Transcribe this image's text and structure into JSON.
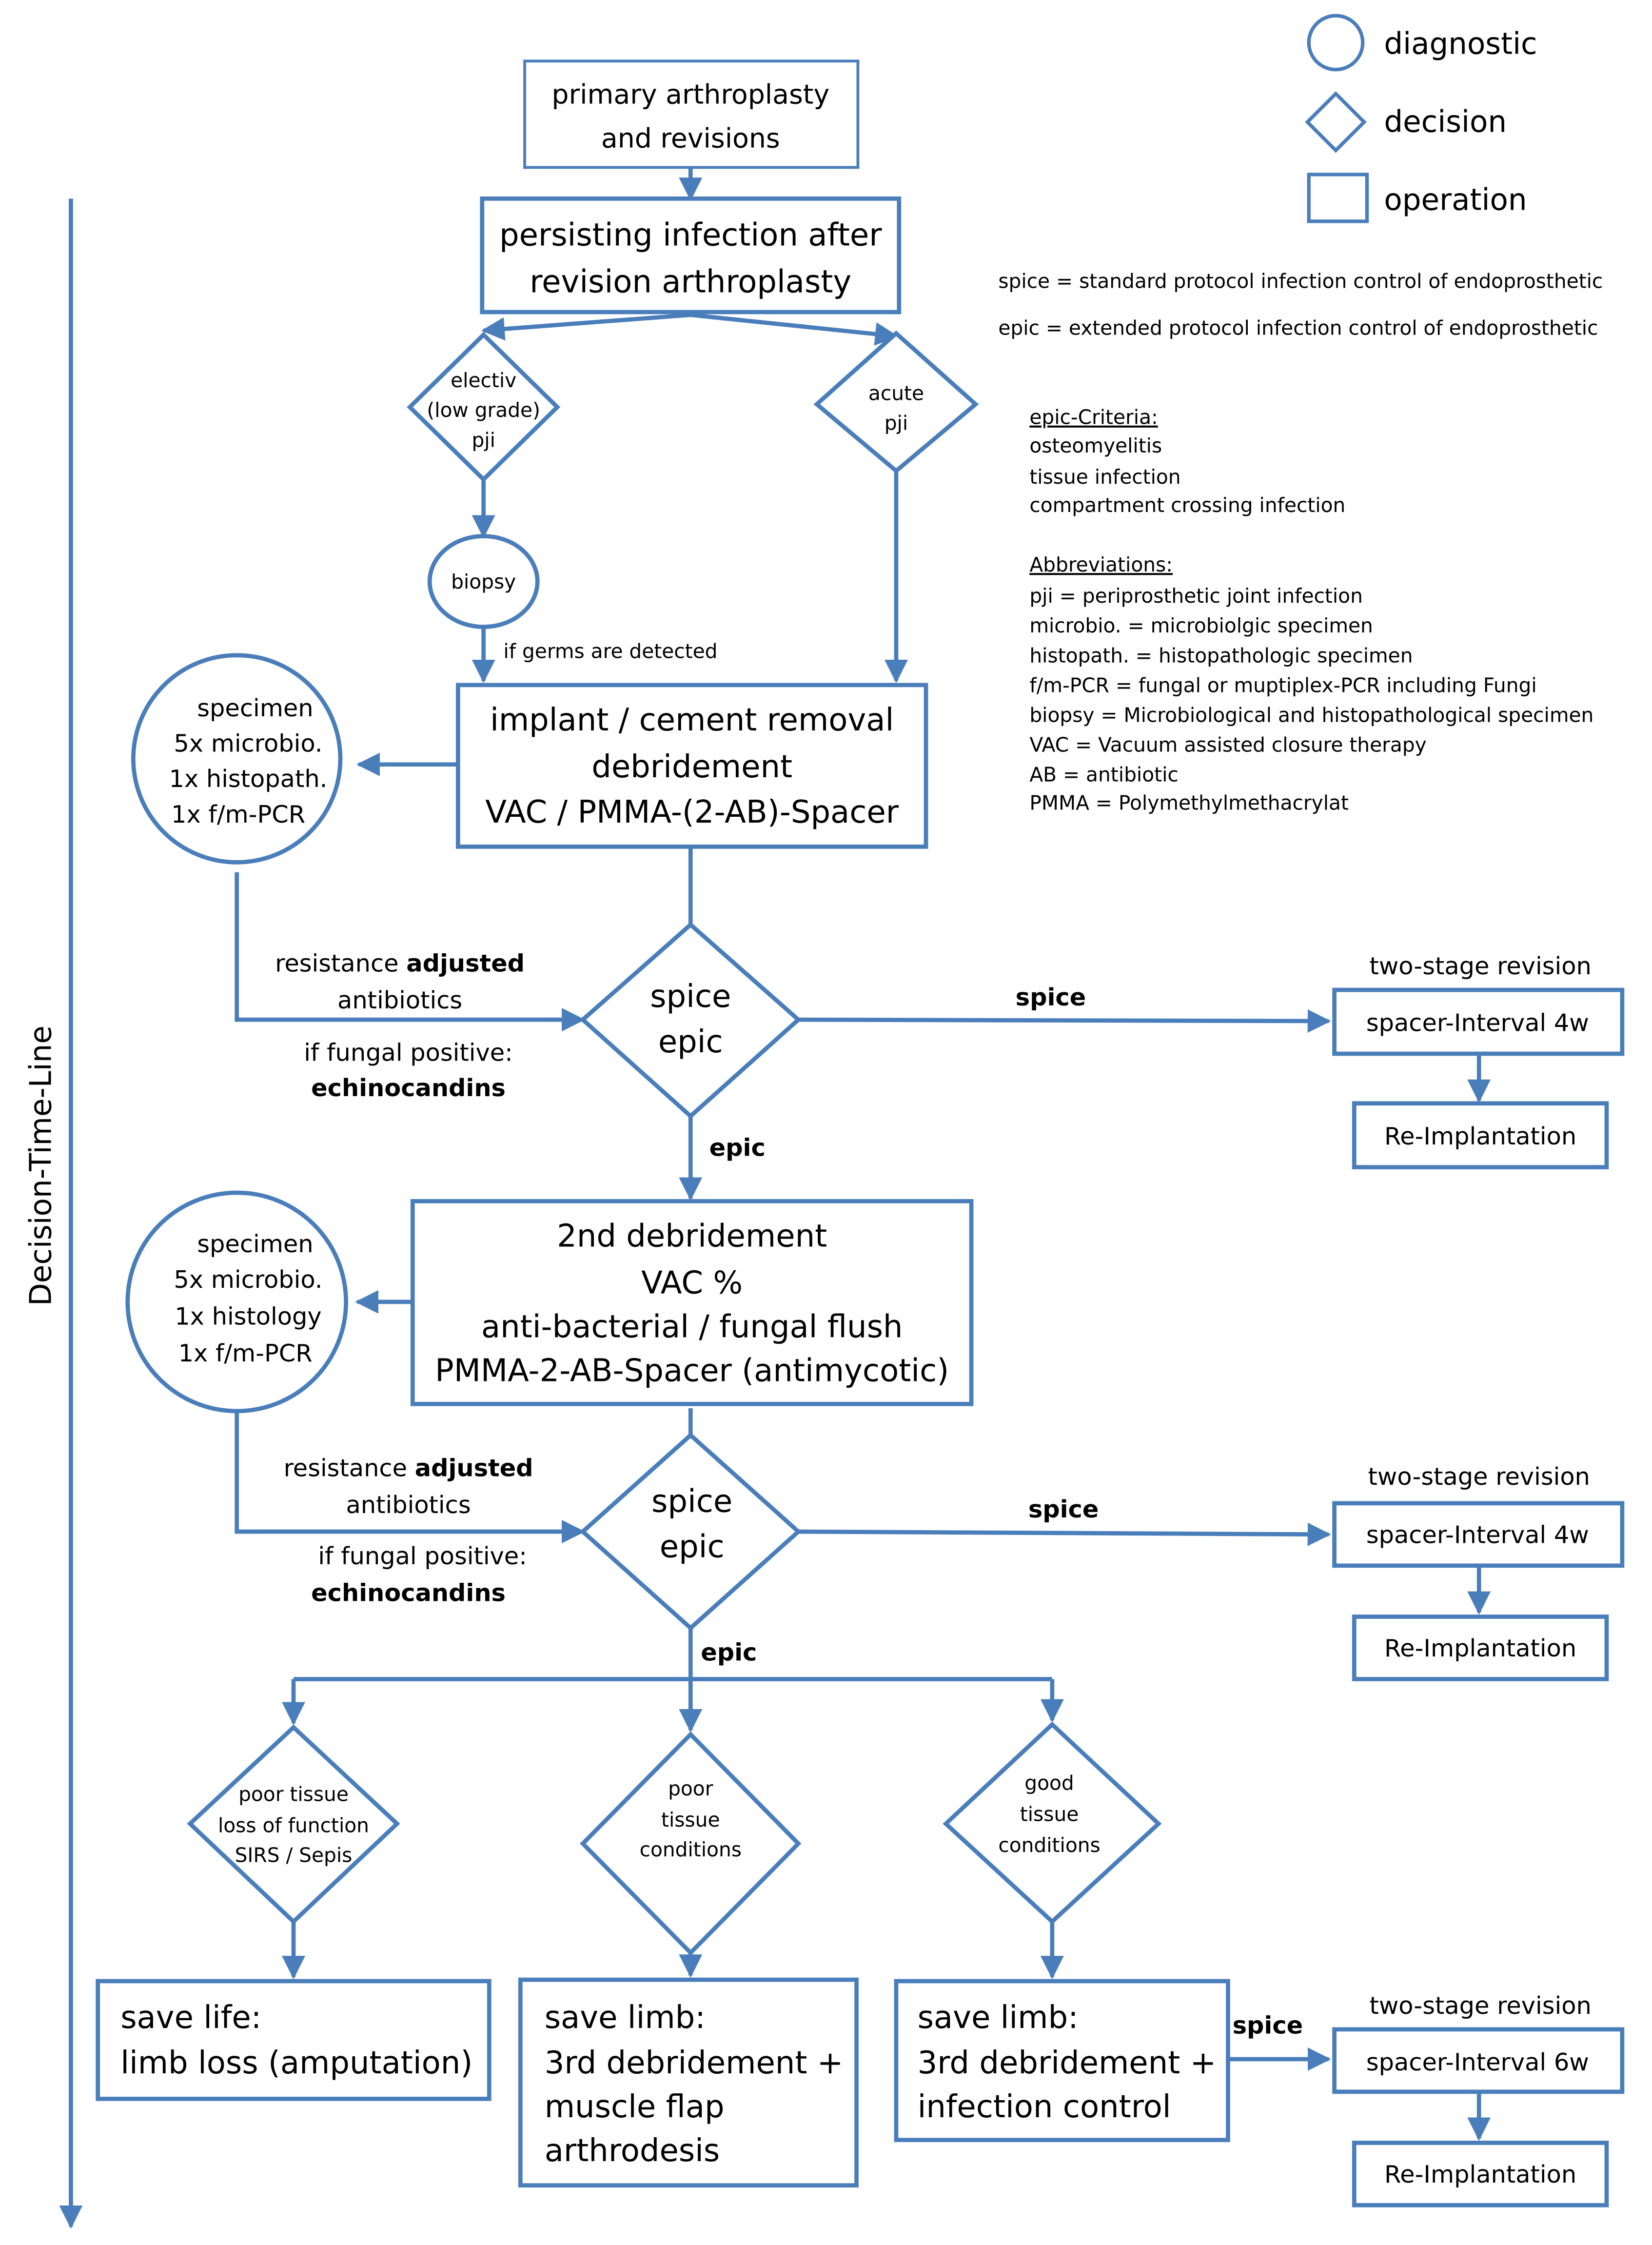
{
  "colors": {
    "stroke": "#4a7ebb",
    "text": "#000000",
    "background": "#ffffff"
  },
  "legend": {
    "diagnostic": "diagnostic",
    "decision": "decision",
    "operation": "operation"
  },
  "definitions": {
    "spice": "spice = standard protocol infection control of endoprosthetic",
    "epic": "epic = extended protocol infection control of endoprosthetic"
  },
  "criteria": {
    "heading": "epic-Criteria:",
    "items": [
      "osteomyelitis",
      "tissue infection",
      "compartment crossing infection"
    ]
  },
  "abbreviations": {
    "heading": "Abbreviations:",
    "items": [
      "pji = periprosthetic joint infection",
      "microbio. = microbiolgic specimen",
      "histopath. =  histopathologic specimen",
      "f/m-PCR = fungal or muptiplex-PCR including Fungi",
      "biopsy = Microbiological and histopathological specimen",
      "VAC = Vacuum assisted closure therapy",
      "AB = antibiotic",
      "PMMA = Polymethylmethacrylat"
    ]
  },
  "timeline": {
    "label": "Decision-Time-Line"
  },
  "flow": {
    "start": [
      "primary arthroplasty",
      "and revisions"
    ],
    "persisting": [
      "persisting infection after",
      "revision arthroplasty"
    ],
    "elective": [
      "electiv",
      "(low grade)",
      "pji"
    ],
    "acute": [
      "acute",
      "pji"
    ],
    "biopsy": "biopsy",
    "germs_note": "if germs are detected",
    "op1": [
      "implant / cement removal",
      "debridement",
      "VAC / PMMA-(2-AB)-Spacer"
    ],
    "specimen1": [
      "specimen",
      "5x microbio.",
      "1x histopath.",
      "1x f/m-PCR"
    ],
    "resistance1": {
      "line1_prefix": "resistance ",
      "line1_bold": "adjusted",
      "line2": "antibiotics",
      "line3": "if fungal positive:",
      "line4": "echinocandins"
    },
    "decision1": [
      "spice",
      "epic"
    ],
    "spice_label1": "spice",
    "epic_label1": "epic",
    "two_stage1": {
      "title": "two-stage revision",
      "interval": "spacer-Interval 4w",
      "reimpl": "Re-Implantation"
    },
    "op2": [
      "2nd debridement",
      "VAC %",
      "anti-bacterial / fungal flush",
      "PMMA-2-AB-Spacer (antimycotic)"
    ],
    "specimen2": [
      "specimen",
      "5x microbio.",
      "1x histology",
      "1x f/m-PCR"
    ],
    "resistance2": {
      "line1_prefix": "resistance ",
      "line1_bold": "adjusted",
      "line2": "antibiotics",
      "line3": "if fungal positive:",
      "line4": "echinocandins"
    },
    "decision2": [
      "spice",
      "epic"
    ],
    "spice_label2": "spice",
    "epic_label2": "epic",
    "two_stage2": {
      "title": "two-stage revision",
      "interval": "spacer-Interval 4w",
      "reimpl": "Re-Implantation"
    },
    "cond_poor_sepsis": [
      "poor tissue",
      "loss of function",
      "SIRS / Sepis"
    ],
    "cond_poor": [
      "poor",
      "tissue",
      "conditions"
    ],
    "cond_good": [
      "good",
      "tissue",
      "conditions"
    ],
    "outcome_life": [
      "save life:",
      "limb loss (amputation)"
    ],
    "outcome_limb_flap": [
      "save limb:",
      "3rd debridement +",
      "muscle flap",
      "arthrodesis"
    ],
    "outcome_limb_control": [
      "save limb:",
      "3rd debridement +",
      "infection control"
    ],
    "spice_label3": "spice",
    "two_stage3": {
      "title": "two-stage revision",
      "interval": "spacer-Interval 6w",
      "reimpl": "Re-Implantation"
    }
  }
}
